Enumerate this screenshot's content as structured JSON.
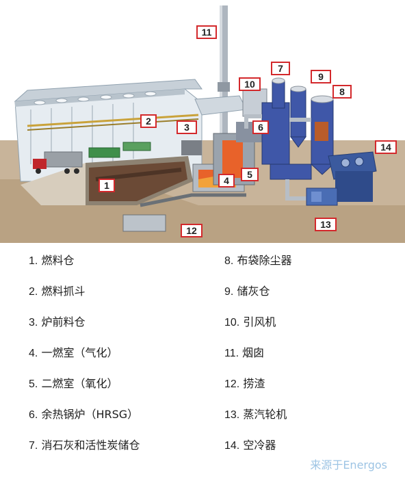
{
  "markers": [
    "1",
    "2",
    "3",
    "4",
    "5",
    "6",
    "7",
    "8",
    "9",
    "10",
    "11",
    "12",
    "13",
    "14"
  ],
  "legend": [
    {
      "num": "1.",
      "text": "燃料仓"
    },
    {
      "num": "2.",
      "text": "燃料抓斗"
    },
    {
      "num": "3.",
      "text": "炉前料仓"
    },
    {
      "num": "4.",
      "text": "一燃室（气化）"
    },
    {
      "num": "5.",
      "text": "二燃室（氧化）"
    },
    {
      "num": "6.",
      "text": "余热锅炉（HRSG）"
    },
    {
      "num": "7.",
      "text": "消石灰和活性炭储仓"
    },
    {
      "num": "8.",
      "text": "布袋除尘器"
    },
    {
      "num": "9.",
      "text": "储灰仓"
    },
    {
      "num": "10.",
      "text": "引风机"
    },
    {
      "num": "11.",
      "text": "烟囱"
    },
    {
      "num": "12.",
      "text": "捞渣"
    },
    {
      "num": "13.",
      "text": "蒸汽轮机"
    },
    {
      "num": "14.",
      "text": "空冷器"
    }
  ],
  "credit": "来源于Energos",
  "colors": {
    "marker_border": "#d3282b",
    "ground": "#c8b49a",
    "steel": "#3f57a8",
    "fire": "#e8622a",
    "credit": "#9dc4e4"
  }
}
